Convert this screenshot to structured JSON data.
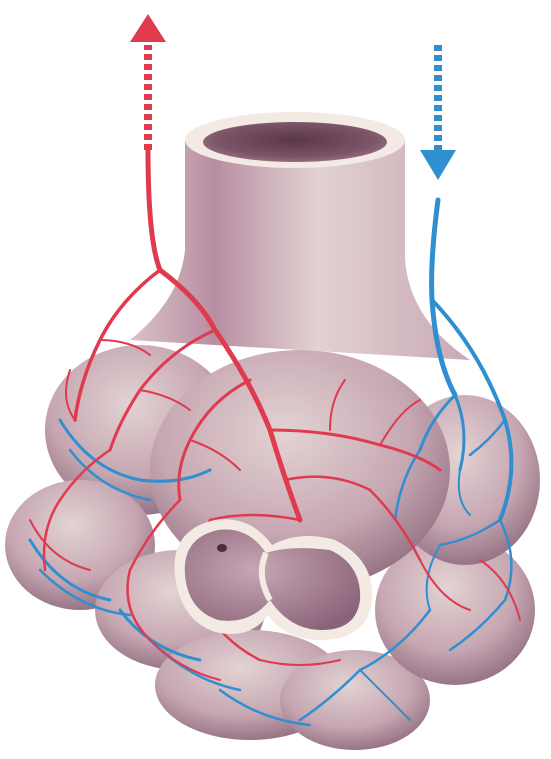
{
  "image": {
    "subject": "alveolar-sac-with-capillaries",
    "colors": {
      "background": "#ffffff",
      "tissue": "#dcc8c8",
      "tissue_shadow": "#a27e8e",
      "tissue_dark": "#6f4d5e",
      "rim": "#f5eee6",
      "artery": "#e03a4e",
      "vein": "#2f8fd0"
    },
    "arrows": [
      {
        "name": "outflow-arrow",
        "direction": "up",
        "color": "#e03a4e"
      },
      {
        "name": "inflow-arrow",
        "direction": "down",
        "color": "#2f8fd0"
      }
    ]
  }
}
